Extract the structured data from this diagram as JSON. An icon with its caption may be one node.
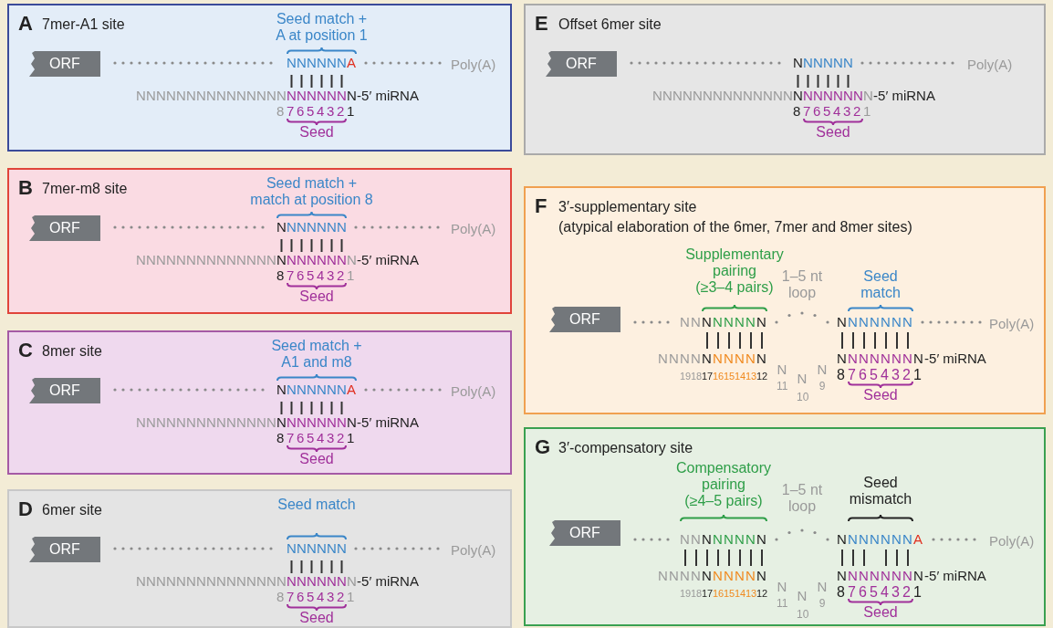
{
  "diagram": {
    "nodes": [
      {
        "text": [
          "A",
          "7mer-A1 site"
        ]
      },
      {
        "text": [
          "ORF"
        ],
        "in": 0
      },
      {
        "text": [
          "B",
          "7mer-m8 site"
        ]
      },
      {
        "text": [
          "ORF"
        ],
        "in": 2
      },
      {
        "text": [
          "C",
          "8mer site"
        ]
      },
      {
        "text": [
          "ORF"
        ],
        "in": 4
      },
      {
        "text": [
          "D",
          "6mer site"
        ]
      },
      {
        "text": [
          "ORF"
        ],
        "in": 6
      },
      {
        "text": [
          "E",
          "Offset 6mer site"
        ]
      },
      {
        "text": [
          "ORF"
        ],
        "in": 8
      },
      {
        "text": [
          "F",
          "3′-supplementary site",
          "(atypical elaboration of the 6mer, 7mer and 8mer sites)"
        ]
      },
      {
        "text": [
          "ORF"
        ],
        "in": 10
      },
      {
        "text": [
          "G",
          "3′-compensatory site"
        ]
      },
      {
        "text": [
          "ORF"
        ],
        "in": 12
      }
    ],
    "labels": [
      "Seed match + A at position 1",
      "NNNNNNA",
      "Poly(A)",
      "NNNNNNNNNNNNNNNNNNNNNN-5′ miRNA",
      "87654321",
      "Seed",
      "Seed match + match at position 8",
      "NNNNNNN",
      "Poly(A)",
      "NNNNNNNNNNNNNNNNNNNNNN-5′ miRNA",
      "87654321",
      "Seed",
      "Seed match + A1 and m8",
      "NNNNNNNA",
      "Poly(A)",
      "NNNNNNNNNNNNNNNNNNNNNN-5′ miRNA",
      "87654321",
      "Seed",
      "Seed match",
      "NNNNNN",
      "Poly(A)",
      "NNNNNNNNNNNNNNNNNNNNNN-5′ miRNA",
      "87654321",
      "Seed",
      "NNNNNN",
      "Poly(A)",
      "NNNNNNNNNNNNNNNNNNNNNN-5′ miRNA",
      "87654321",
      "Seed",
      "Supplementary pairing (≥3–4 pairs)",
      "1–5 nt loop",
      "Seed match",
      "NNNNNNNN",
      "NNNNNNN",
      "Poly(A)",
      "NNNNNNNNNN",
      "N",
      "N",
      "N",
      "NNNNNNNN-5′ miRNA",
      "1918171615141312",
      "11",
      "10",
      "9",
      "87654321",
      "Seed",
      "Compensatory pairing (≥4–5 pairs)",
      "1–5 nt loop",
      "Seed mismatch",
      "NNNNNNNN",
      "NNNNNNNA",
      "Poly(A)",
      "NNNNNNNNNN",
      "N",
      "N",
      "N",
      "NNNNNNNN-5′ miRNA",
      "1918171615141312",
      "11",
      "10",
      "9",
      "87654321",
      "Seed"
    ]
  }
}
